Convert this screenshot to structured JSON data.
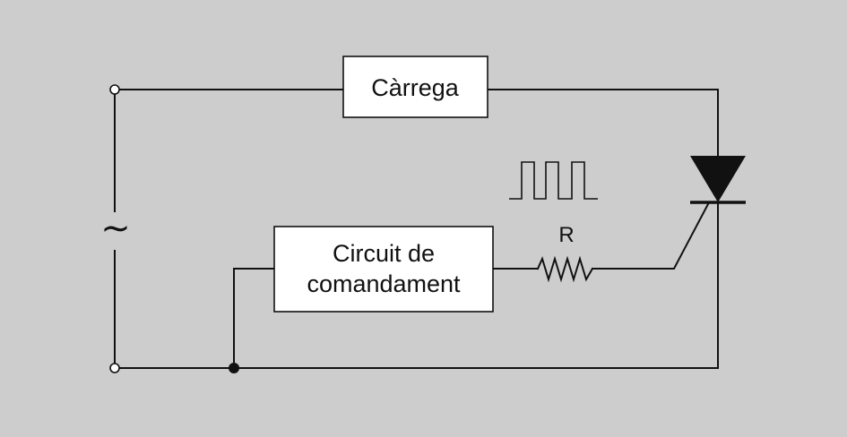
{
  "diagram": {
    "load_label": "Càrrega",
    "control_line1": "Circuit de",
    "control_line2": "comandament",
    "resistor_label": "R",
    "ac_symbol": "∼"
  },
  "colors": {
    "background": "#cdcdcd",
    "box_fill": "#ffffff",
    "stroke": "#111111"
  }
}
